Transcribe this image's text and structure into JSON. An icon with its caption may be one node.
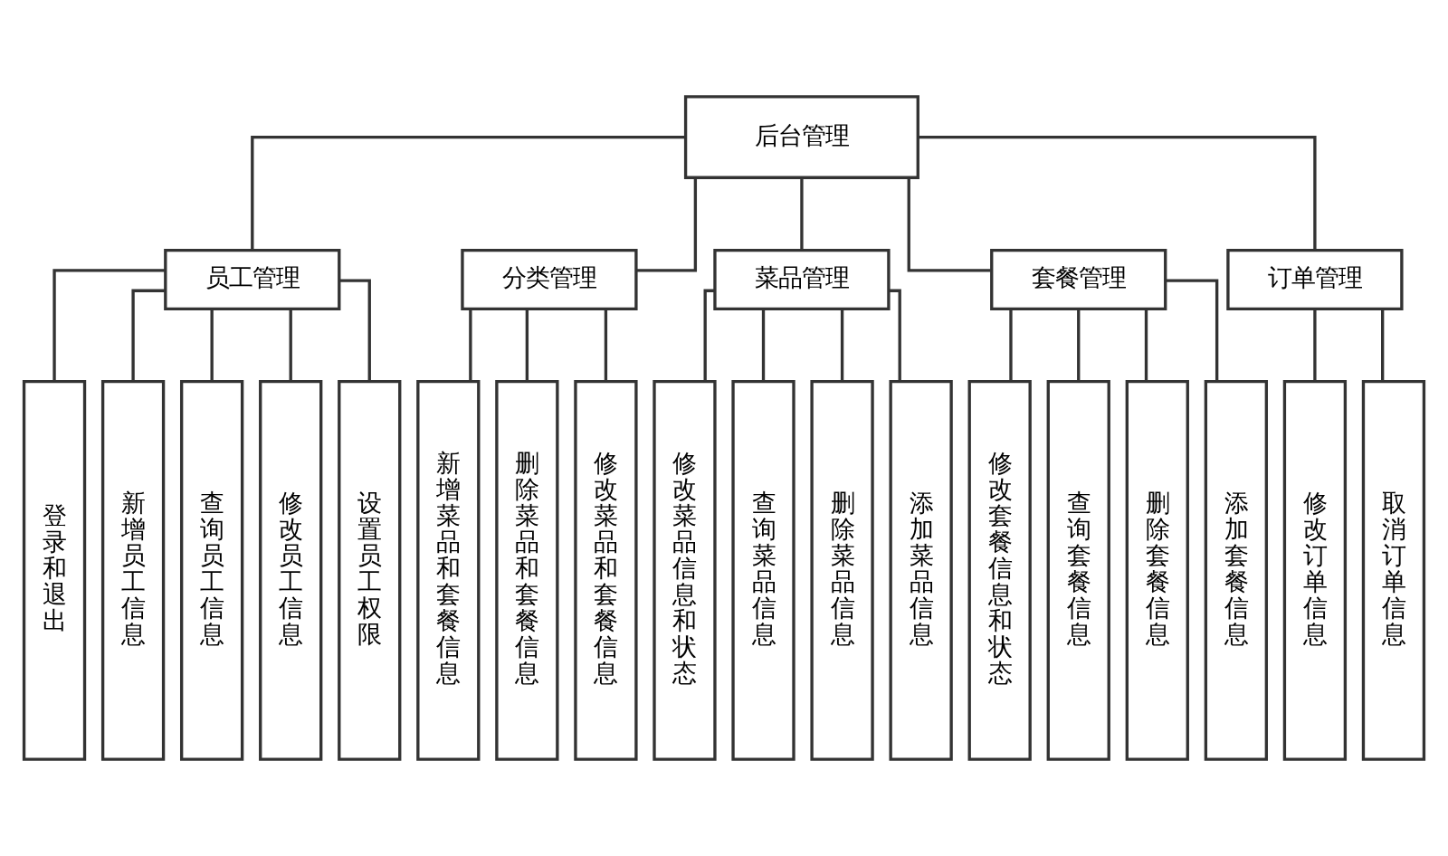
{
  "diagram": {
    "nodes": [
      {
        "text": [
          "后台管理"
        ]
      },
      {
        "text": [
          "员工管理"
        ]
      },
      {
        "text": [
          "分类管理"
        ]
      },
      {
        "text": [
          "菜品管理"
        ]
      },
      {
        "text": [
          "套餐管理"
        ]
      },
      {
        "text": [
          "订单管理"
        ]
      },
      {
        "text": [
          "登录和退出"
        ]
      },
      {
        "text": [
          "新增员工信息"
        ]
      },
      {
        "text": [
          "查询员工信息"
        ]
      },
      {
        "text": [
          "修改员工信息"
        ]
      },
      {
        "text": [
          "设置员工权限"
        ]
      },
      {
        "text": [
          "新增菜品和套餐信息"
        ]
      },
      {
        "text": [
          "删除菜品和套餐信息"
        ]
      },
      {
        "text": [
          "修改菜品和套餐信息"
        ]
      },
      {
        "text": [
          "修改菜品信息和状态"
        ]
      },
      {
        "text": [
          "查询菜品信息"
        ]
      },
      {
        "text": [
          "删除菜品信息"
        ]
      },
      {
        "text": [
          "添加菜品信息"
        ]
      },
      {
        "text": [
          "修改套餐信息和状态"
        ]
      },
      {
        "text": [
          "查询套餐信息"
        ]
      },
      {
        "text": [
          "删除套餐信息"
        ]
      },
      {
        "text": [
          "添加套餐信息"
        ]
      },
      {
        "text": [
          "修改订单信息"
        ]
      },
      {
        "text": [
          "取消订单信息"
        ]
      }
    ],
    "edges": [
      {
        "from": 0,
        "to": 1,
        "arrow": "none"
      },
      {
        "from": 0,
        "to": 2,
        "arrow": "none"
      },
      {
        "from": 0,
        "to": 3,
        "arrow": "none"
      },
      {
        "from": 0,
        "to": 4,
        "arrow": "none"
      },
      {
        "from": 0,
        "to": 5,
        "arrow": "none"
      },
      {
        "from": 1,
        "to": 6,
        "arrow": "none"
      },
      {
        "from": 1,
        "to": 7,
        "arrow": "none"
      },
      {
        "from": 1,
        "to": 8,
        "arrow": "none"
      },
      {
        "from": 1,
        "to": 9,
        "arrow": "none"
      },
      {
        "from": 1,
        "to": 10,
        "arrow": "none"
      },
      {
        "from": 2,
        "to": 11,
        "arrow": "none"
      },
      {
        "from": 2,
        "to": 12,
        "arrow": "none"
      },
      {
        "from": 2,
        "to": 13,
        "arrow": "none"
      },
      {
        "from": 3,
        "to": 14,
        "arrow": "none"
      },
      {
        "from": 3,
        "to": 15,
        "arrow": "none"
      },
      {
        "from": 3,
        "to": 16,
        "arrow": "none"
      },
      {
        "from": 3,
        "to": 17,
        "arrow": "none"
      },
      {
        "from": 4,
        "to": 18,
        "arrow": "none"
      },
      {
        "from": 4,
        "to": 19,
        "arrow": "none"
      },
      {
        "from": 4,
        "to": 20,
        "arrow": "none"
      },
      {
        "from": 4,
        "to": 21,
        "arrow": "none"
      },
      {
        "from": 5,
        "to": 22,
        "arrow": "none"
      },
      {
        "from": 5,
        "to": 23,
        "arrow": "none"
      }
    ]
  }
}
